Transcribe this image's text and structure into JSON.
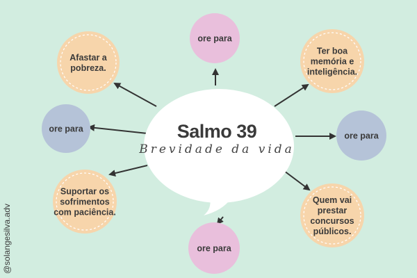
{
  "title": "Salmo 39",
  "subtitle": "Brevidade da vida",
  "handle": "@solangesilva.adv",
  "colors": {
    "background": "#d2ede0",
    "peach": "#f7d5ab",
    "pink": "#e9bfdc",
    "blue": "#b5c3d8",
    "bubble": "#ffffff",
    "text": "#3a3a3a"
  },
  "nodes": [
    {
      "id": "top",
      "lines": [
        "ore para"
      ]
    },
    {
      "id": "top-left",
      "lines": [
        "Afastar a",
        "pobreza."
      ]
    },
    {
      "id": "top-right",
      "lines": [
        "Ter boa",
        "memória e",
        "inteligência."
      ]
    },
    {
      "id": "left",
      "lines": [
        "ore para"
      ]
    },
    {
      "id": "right",
      "lines": [
        "ore para"
      ]
    },
    {
      "id": "bottom-left",
      "lines": [
        "Suportar os",
        "sofrimentos",
        "com paciência."
      ]
    },
    {
      "id": "bottom-right",
      "lines": [
        "Quem vai",
        "prestar",
        "concursos",
        "públicos."
      ]
    },
    {
      "id": "bottom",
      "lines": [
        "ore para"
      ]
    }
  ]
}
